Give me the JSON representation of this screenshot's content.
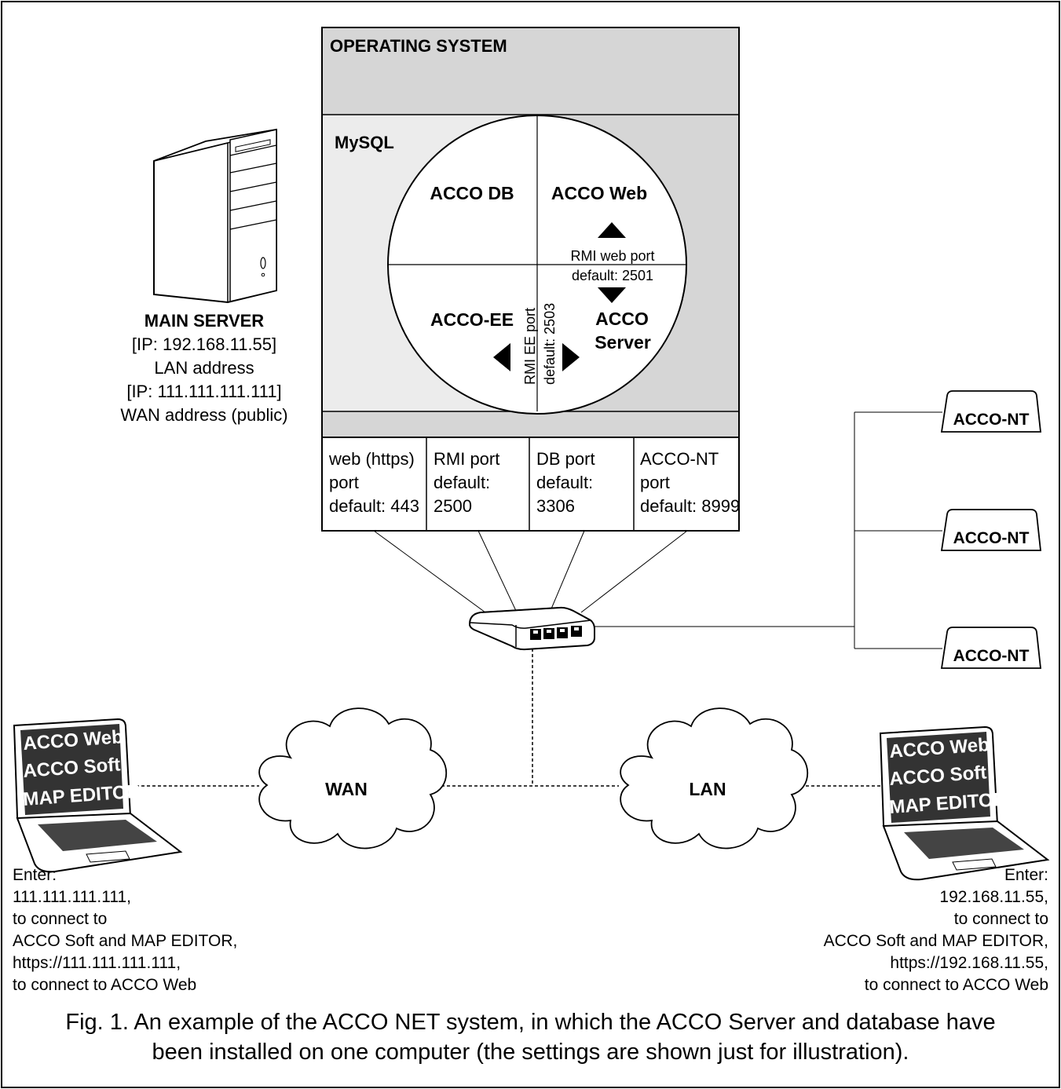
{
  "os": {
    "label": "OPERATING SYSTEM"
  },
  "mysql": {
    "label": "MySQL"
  },
  "circle": {
    "acco_db": "ACCO DB",
    "acco_web": "ACCO Web",
    "acco_ee": "ACCO-EE",
    "acco_server_line1": "ACCO",
    "acco_server_line2": "Server",
    "rmi_web_port": "RMI web port",
    "rmi_web_default": "default: 2501",
    "rmi_ee_port": "RMI EE port",
    "rmi_ee_default": "default: 2503"
  },
  "ports": [
    {
      "line1": "web (https)",
      "line2": "port",
      "line3": "default: 443"
    },
    {
      "line1": "RMI port",
      "line2": "default:",
      "line3": "2500"
    },
    {
      "line1": "DB port",
      "line2": "default:",
      "line3": "3306"
    },
    {
      "line1": "ACCO-NT",
      "line2": "port",
      "line3": "default: 8999"
    }
  ],
  "main_server": {
    "title": "MAIN SERVER",
    "lan_ip": "[IP: 192.168.11.55]",
    "lan_label": "LAN address",
    "wan_ip": "[IP: 111.111.111.111]",
    "wan_label": "WAN address (public)"
  },
  "controllers": [
    "ACCO-NT",
    "ACCO-NT",
    "ACCO-NT"
  ],
  "clouds": {
    "wan": "WAN",
    "lan": "LAN"
  },
  "laptop_screen": {
    "line1": "ACCO Web",
    "line2": "ACCO Soft",
    "line3": "MAP EDITOR"
  },
  "enter_left": {
    "l1": "Enter:",
    "l2": "111.111.111.111,",
    "l3": "to connect to",
    "l4": "ACCO Soft and MAP EDITOR,",
    "l5": "https://111.111.111.111,",
    "l6": "to connect to ACCO Web"
  },
  "enter_right": {
    "l1": "Enter:",
    "l2": "192.168.11.55,",
    "l3": "to connect to",
    "l4": "ACCO Soft and MAP EDITOR,",
    "l5": "https://192.168.11.55,",
    "l6": "to connect to ACCO Web"
  },
  "caption": {
    "line1": "Fig. 1. An example of the ACCO NET system, in which the ACCO Server and database have",
    "line2": "been installed on one computer (the settings are shown just for illustration)."
  }
}
